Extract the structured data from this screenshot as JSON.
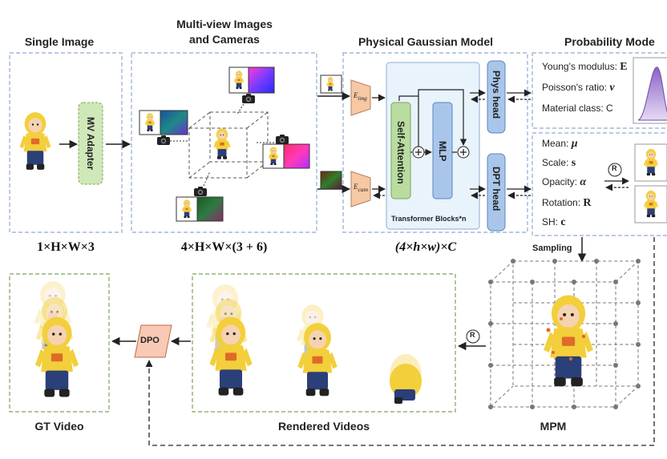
{
  "titles": {
    "single_image": "Single Image",
    "multiview_line1": "Multi-view Images",
    "multiview_line2": "and Cameras",
    "physical_gaussian": "Physical Gaussian Model",
    "probability": "Probability Mode",
    "gt_video": "GT Video",
    "rendered_videos": "Rendered Videos",
    "mpm": "MPM"
  },
  "dims": {
    "input": "1×H×W×3",
    "multiview": "4×H×W×(3 + 6)",
    "gaussian": "(4×h×w)×C"
  },
  "blocks": {
    "mv_adapter": "MV Adapter",
    "self_attention": "Self-Attention",
    "mlp": "MLP",
    "transformer": "Transformer Blocks*n",
    "phys_head": "Phys head",
    "dpt_head": "DPT head",
    "e_img": "E",
    "e_img_sub": "img",
    "e_cam": "E",
    "e_cam_sub": "cam",
    "dpo": "DPO",
    "sampling": "Sampling",
    "render_symbol": "R",
    "plus": "+"
  },
  "physical_params": {
    "youngs_label": "Young's modulus: ",
    "youngs_symbol": "E",
    "poisson_label": "Poisson's ratio: ",
    "poisson_symbol": "ν",
    "material_label": "Material class: ",
    "material_symbol": "C"
  },
  "gaussian_params": {
    "mean_label": "Mean: ",
    "mean_symbol": "μ",
    "scale_label": "Scale: ",
    "scale_symbol": "s",
    "opacity_label": "Opacity: ",
    "opacity_symbol": "α",
    "rotation_label": "Rotation: ",
    "rotation_symbol": "R",
    "sh_label": "SH: ",
    "sh_symbol": "c"
  },
  "colors": {
    "panel_border_blue": "#8fa9d8",
    "panel_border_green": "#7da35a",
    "mv_adapter_fill": "#cfe8b8",
    "self_attention_fill": "#b9dca0",
    "mlp_fill": "#a9c6ea",
    "head_fill": "#a9c6ea",
    "encoder_fill": "#f6c8a3",
    "dpo_fill": "#f8c9b4",
    "transformer_fill": "#e8f3fb",
    "distribution_fill": "#c9b4e0",
    "doll_yellow": "#f2cf3b",
    "doll_blue": "#2b3f78"
  },
  "icons": [
    "camera-icon",
    "doll-figure",
    "color-map-thumbnail",
    "distribution-curve"
  ]
}
